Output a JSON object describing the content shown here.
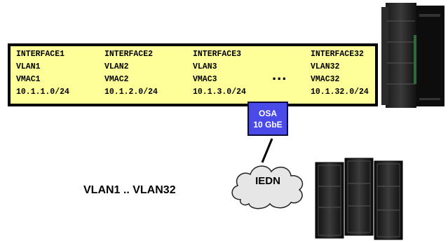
{
  "interfaces": [
    {
      "name": "INTERFACE1",
      "vlan": "VLAN1",
      "vmac": "VMAC1",
      "subnet": "10.1.1.0/24"
    },
    {
      "name": "INTERFACE2",
      "vlan": "VLAN2",
      "vmac": "VMAC2",
      "subnet": "10.1.2.0/24"
    },
    {
      "name": "INTERFACE3",
      "vlan": "VLAN3",
      "vmac": "VMAC3",
      "subnet": "10.1.3.0/24"
    },
    {
      "name": "INTERFACE32",
      "vlan": "VLAN32",
      "vmac": "VMAC32",
      "subnet": "10.1.32.0/24"
    }
  ],
  "ellipsis": "...",
  "osa": {
    "line1": "OSA",
    "line2": "10 GbE"
  },
  "cloud_label": "IEDN",
  "vlan_range": "VLAN1 .. VLAN32",
  "colors": {
    "table_bg": "#ffff99",
    "osa_bg": "#4a4ae8",
    "cloud_bg": "#e6e6e6"
  },
  "icons": [
    "mainframe-icon",
    "cloud-icon",
    "blade-rack-icon"
  ]
}
